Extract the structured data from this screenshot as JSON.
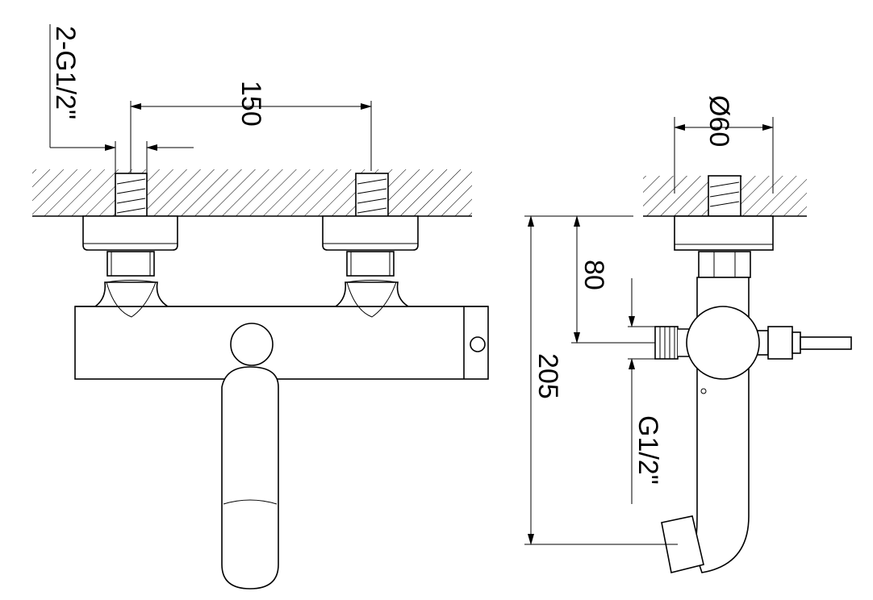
{
  "dimensions": {
    "inlet_thread": "2-G1/2\"",
    "inlet_spacing": "150",
    "flange_diameter": "Ø60",
    "height_to_outlet": "80",
    "total_height": "205",
    "outlet_thread": "G1/2\""
  }
}
